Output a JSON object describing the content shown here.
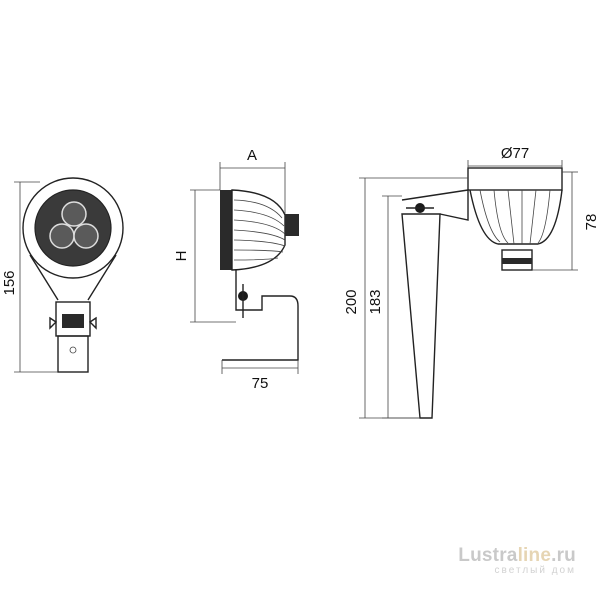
{
  "dimensions": {
    "front_height": "156",
    "side_depth": "A",
    "side_height": "H",
    "side_width": "75",
    "top_total_height": "200",
    "spike_height": "183",
    "head_diameter": "Ø77",
    "head_height": "78"
  },
  "watermark": {
    "brand_main": "Lustra",
    "brand_accent": "line",
    "brand_suffix": ".ru",
    "tagline": "светлый дом"
  }
}
